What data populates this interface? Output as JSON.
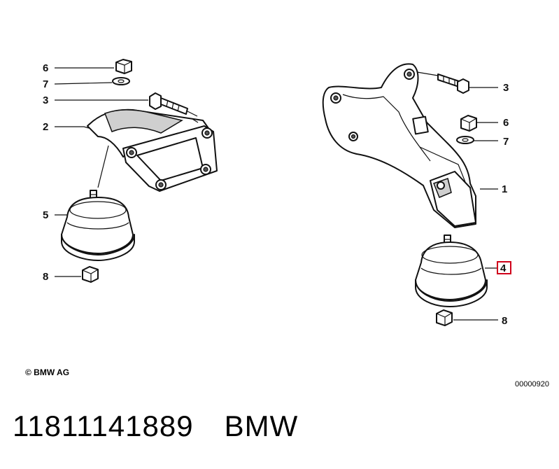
{
  "callouts": {
    "left_6": "6",
    "left_7": "7",
    "left_3": "3",
    "left_2": "2",
    "left_5": "5",
    "left_8": "8",
    "right_3": "3",
    "right_6": "6",
    "right_7": "7",
    "right_1": "1",
    "right_4": "4",
    "right_8": "8"
  },
  "highlight_color": "#d0021b",
  "copyright": "© BMW AG",
  "diagram_number": "00000920",
  "caption": {
    "part_number": "11811141889",
    "brand": "BMW"
  }
}
